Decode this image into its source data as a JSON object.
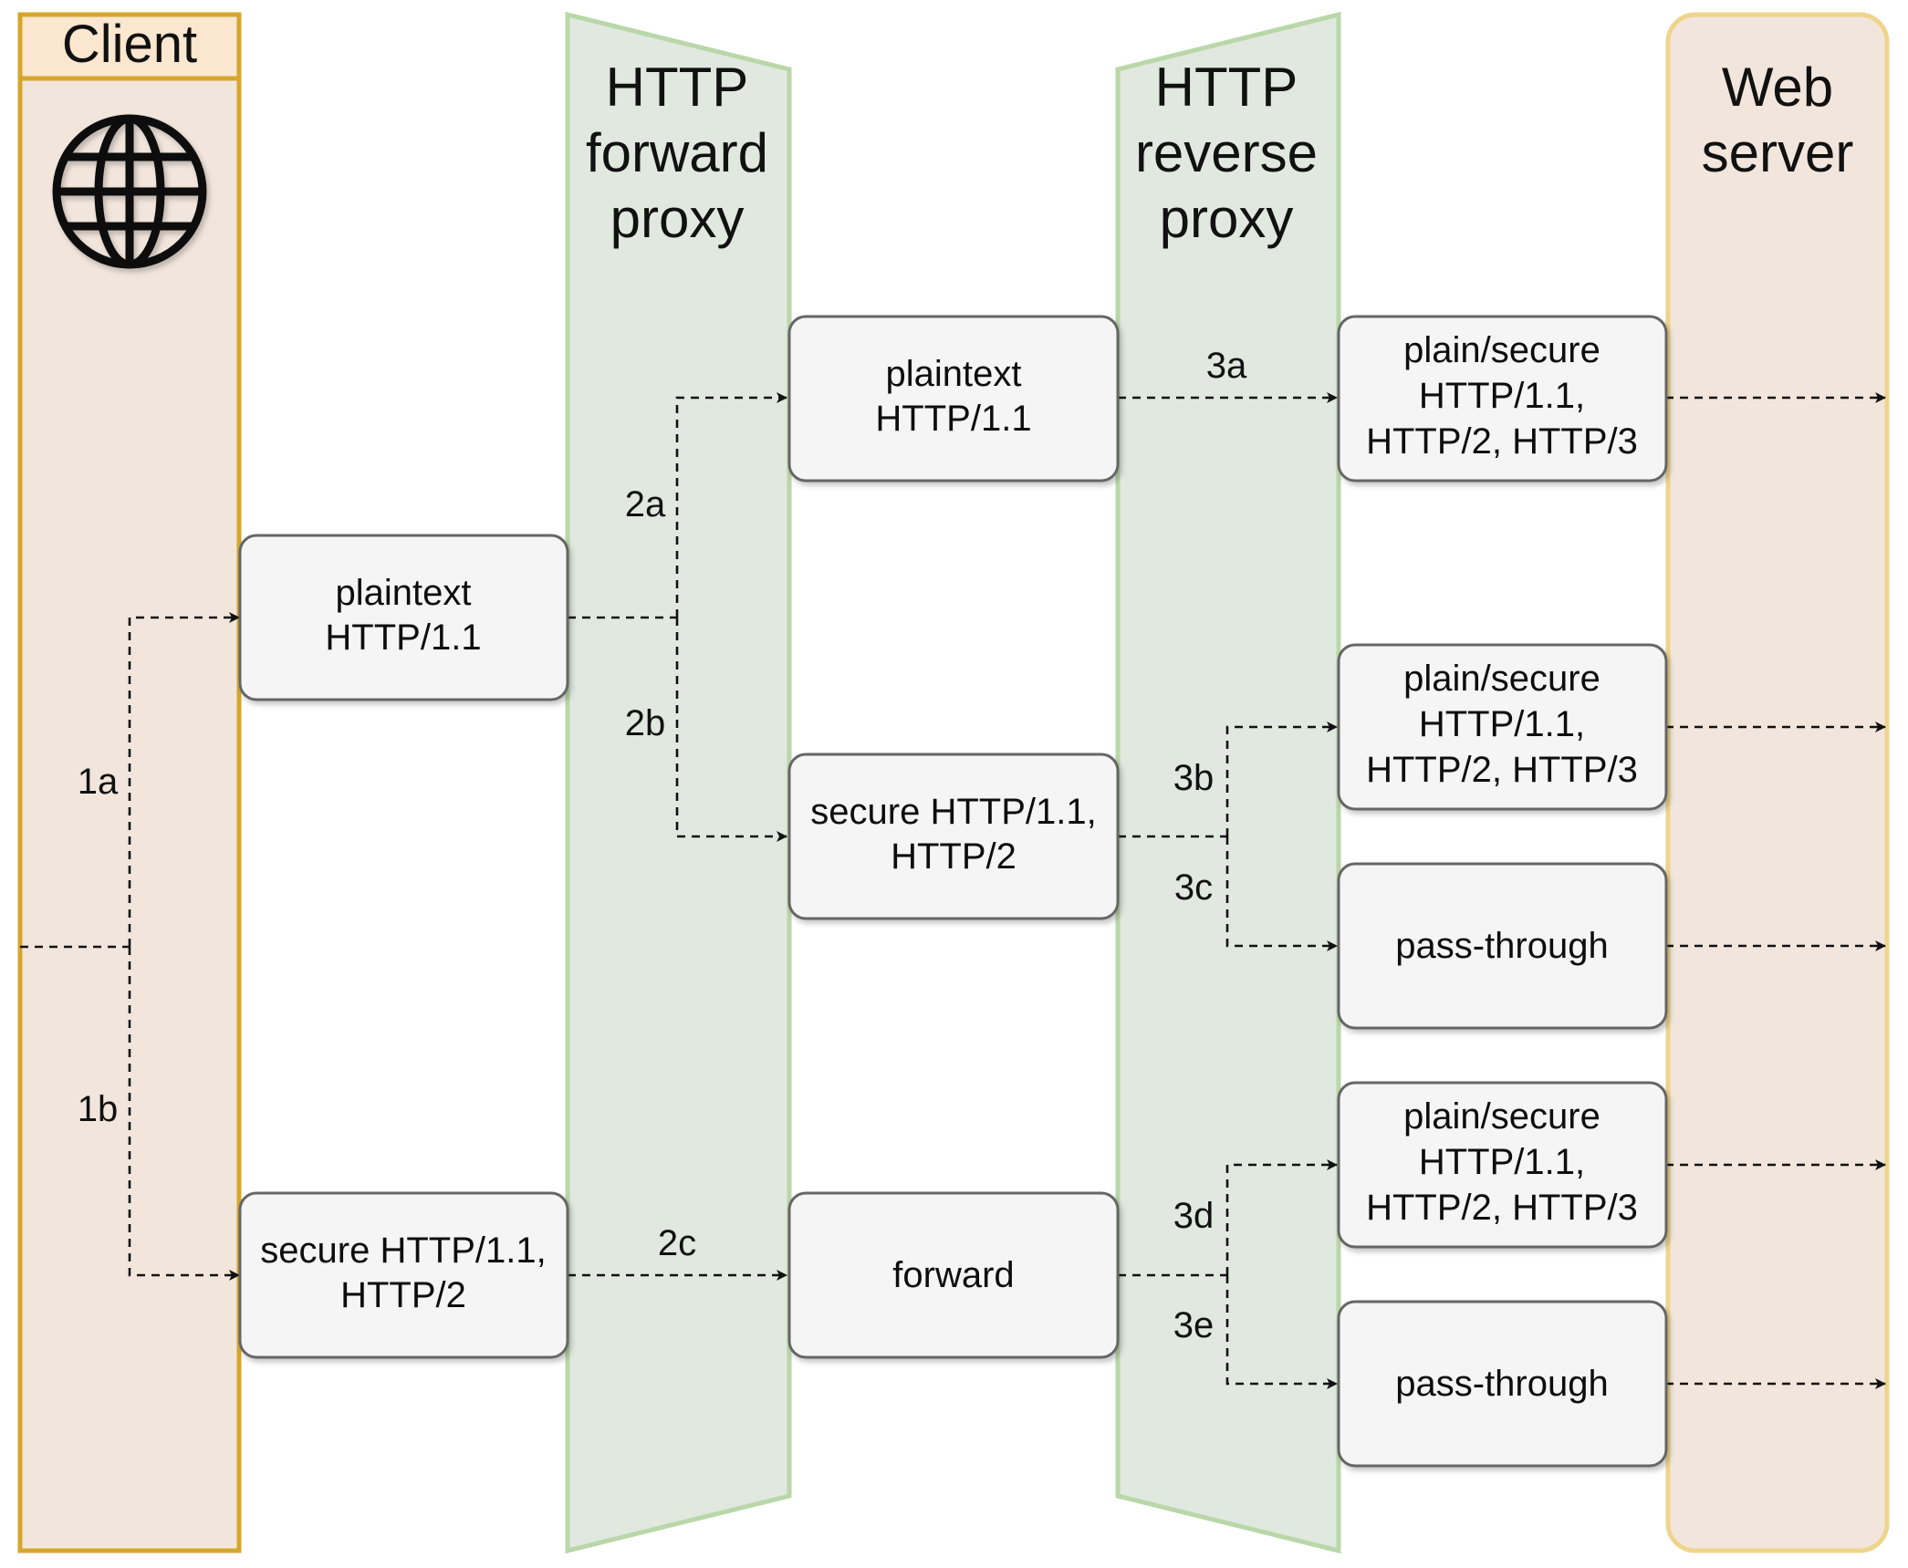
{
  "lanes": {
    "client": {
      "title": "Client"
    },
    "forward_proxy": {
      "title_lines": [
        "HTTP",
        "forward",
        "proxy"
      ]
    },
    "reverse_proxy": {
      "title_lines": [
        "HTTP",
        "reverse",
        "proxy"
      ]
    },
    "web_server": {
      "title_lines": [
        "Web",
        "server"
      ]
    }
  },
  "boxes": {
    "client_plaintext": [
      "plaintext",
      "HTTP/1.1"
    ],
    "client_secure": [
      "secure HTTP/1.1,",
      "HTTP/2"
    ],
    "fwd_plaintext": [
      "plaintext",
      "HTTP/1.1"
    ],
    "fwd_secure": [
      "secure HTTP/1.1,",
      "HTTP/2"
    ],
    "fwd_forward": [
      "forward"
    ],
    "rev_3a": [
      "plain/secure",
      "HTTP/1.1,",
      "HTTP/2, HTTP/3"
    ],
    "rev_3b": [
      "plain/secure",
      "HTTP/1.1,",
      "HTTP/2, HTTP/3"
    ],
    "rev_3c": [
      "pass-through"
    ],
    "rev_3d": [
      "plain/secure",
      "HTTP/1.1,",
      "HTTP/2, HTTP/3"
    ],
    "rev_3e": [
      "pass-through"
    ]
  },
  "edge_labels": {
    "e1a": "1a",
    "e1b": "1b",
    "e2a": "2a",
    "e2b": "2b",
    "e2c": "2c",
    "e3a": "3a",
    "e3b": "3b",
    "e3c": "3c",
    "e3d": "3d",
    "e3e": "3e"
  },
  "colors": {
    "client_fill": "#f2e6dc",
    "client_stroke": "#d6a62c",
    "client_header_fill": "#fbe7cf",
    "proxy_fill": "#e0e8df",
    "proxy_stroke": "#b9d7a8",
    "server_fill": "#f2e6dc",
    "server_stroke": "#efd48c",
    "box_fill": "#f5f5f5",
    "box_stroke": "#666666"
  },
  "icons": {
    "client_icon": "globe-icon"
  }
}
